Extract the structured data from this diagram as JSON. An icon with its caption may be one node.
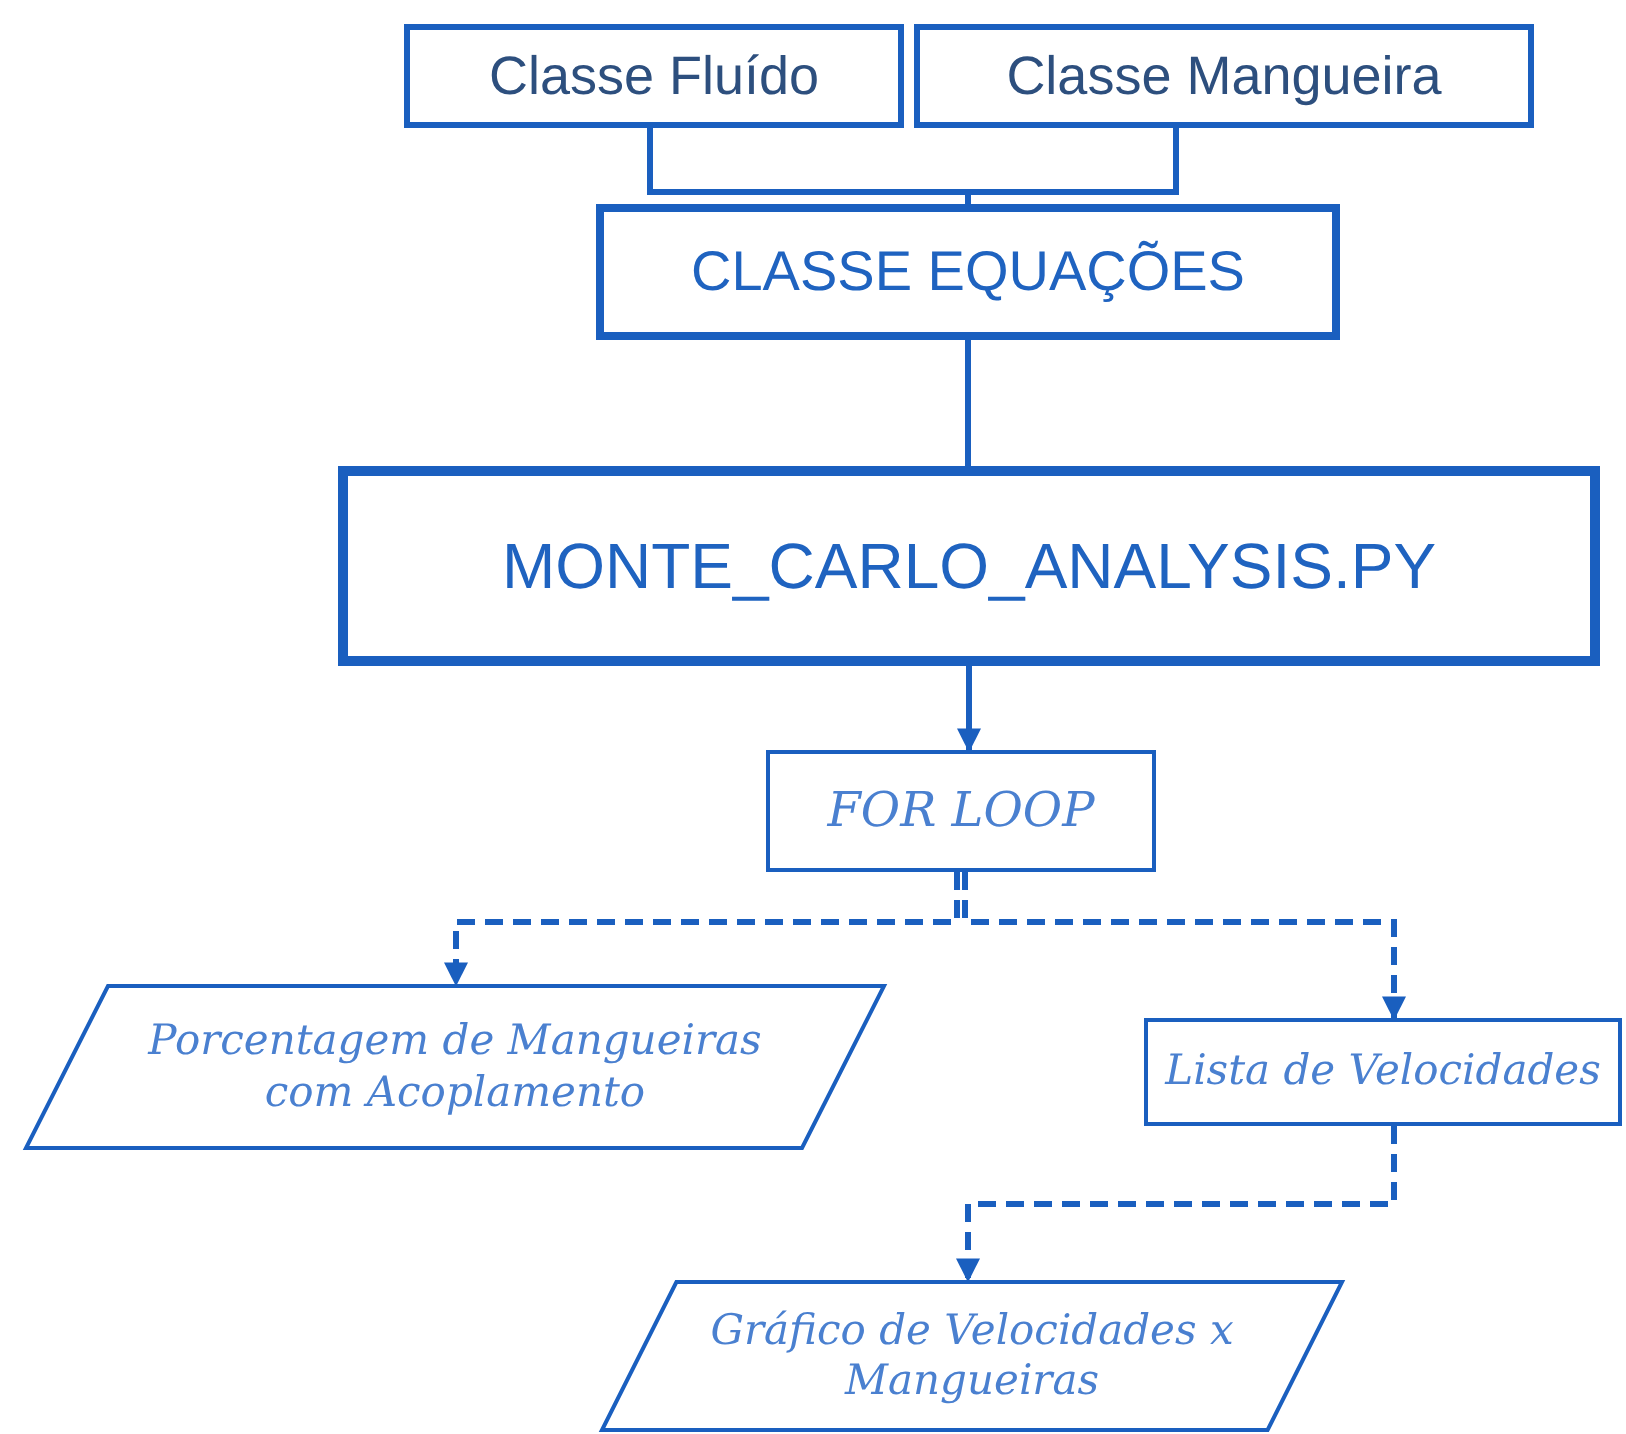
{
  "diagram": {
    "nodes": [
      {
        "text": [
          "Classe Fluído"
        ]
      },
      {
        "text": [
          "Classe Mangueira"
        ]
      },
      {
        "text": [
          "CLASSE EQUAÇÕES"
        ]
      },
      {
        "text": [
          "MONTE_CARLO_ANALYSIS.PY"
        ]
      },
      {
        "text": [
          "FOR LOOP"
        ]
      },
      {
        "text": [
          "Porcentagem de Mangueiras com Acoplamento"
        ]
      },
      {
        "text": [
          "Lista de Velocidades"
        ]
      },
      {
        "text": [
          "Gráfico de Velocidades x Mangueiras"
        ]
      }
    ],
    "edges": [
      {
        "from": 0,
        "to": 2,
        "arrow": "none"
      },
      {
        "from": 1,
        "to": 2,
        "arrow": "none"
      },
      {
        "from": 2,
        "to": 3,
        "arrow": "none"
      },
      {
        "from": 3,
        "to": 4,
        "arrow": "to"
      },
      {
        "from": 4,
        "to": 5,
        "arrow": "to",
        "style": "dashed"
      },
      {
        "from": 4,
        "to": 6,
        "arrow": "to",
        "style": "dashed"
      },
      {
        "from": 6,
        "to": 7,
        "arrow": "to",
        "style": "dashed"
      }
    ]
  }
}
